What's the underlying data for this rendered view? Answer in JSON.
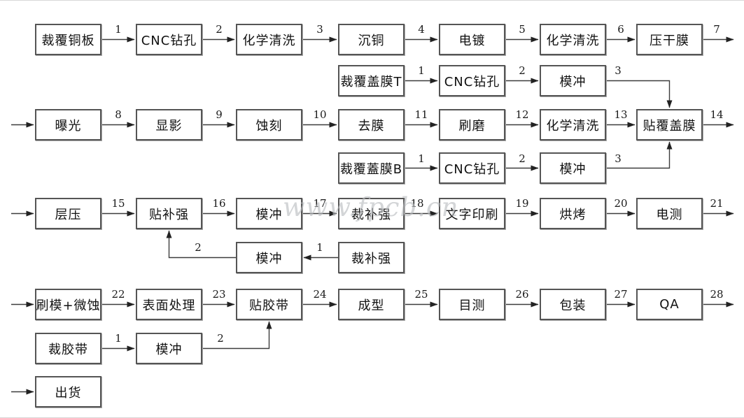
{
  "watermark": "www.fpcb.cn",
  "nodes": {
    "r1c1": "裁覆铜板",
    "r1c2": "CNC钻孔",
    "r1c3": "化学清洗",
    "r1c4": "沉铜",
    "r1c5": "电镀",
    "r1c6": "化学清洗",
    "r1c7": "压干膜",
    "r2c4": "裁覆盖膜T",
    "r2c5": "CNC钻孔",
    "r2c6": "模冲",
    "r3c1": "曝光",
    "r3c2": "显影",
    "r3c3": "蚀刻",
    "r3c4": "去膜",
    "r3c5": "刷磨",
    "r3c6": "化学清洗",
    "r3c7": "贴覆盖膜",
    "r4c4": "裁覆蓋膜B",
    "r4c5": "CNC钻孔",
    "r4c6": "模冲",
    "r5c1": "层压",
    "r5c2": "贴补强",
    "r5c3": "模冲",
    "r5c4": "裁补强",
    "r5c5": "文字印刷",
    "r5c6": "烘烤",
    "r5c7": "电测",
    "r6c3": "模冲",
    "r6c4": "裁补强",
    "r7c1": "刷模+微蚀",
    "r7c2": "表面处理",
    "r7c3": "贴胶带",
    "r7c4": "成型",
    "r7c5": "目测",
    "r7c6": "包装",
    "r7c7": "QA",
    "r8c1": "裁胶带",
    "r8c2": "模冲",
    "r9c1": "出货"
  },
  "edges": {
    "r1e1": "1",
    "r1e2": "2",
    "r1e3": "3",
    "r1e4": "4",
    "r1e5": "5",
    "r1e6": "6",
    "r1out": "7",
    "r2e1": "1",
    "r2e2": "2",
    "r2e3": "3",
    "r3e1": "8",
    "r3e2": "9",
    "r3e3": "10",
    "r3e4": "11",
    "r3e5": "12",
    "r3e6": "13",
    "r3out": "14",
    "r4e1": "1",
    "r4e2": "2",
    "r4e3": "3",
    "r5e1": "15",
    "r5e2": "16",
    "r5e3": "17",
    "r5e4": "18",
    "r5e5": "19",
    "r5e6": "20",
    "r5out": "21",
    "r6e1": "1",
    "r6e2": "2",
    "r7e1": "22",
    "r7e2": "23",
    "r7e3": "24",
    "r7e4": "25",
    "r7e5": "26",
    "r7e6": "27",
    "r7out": "28",
    "r8e1": "1",
    "r8e2": "2"
  }
}
